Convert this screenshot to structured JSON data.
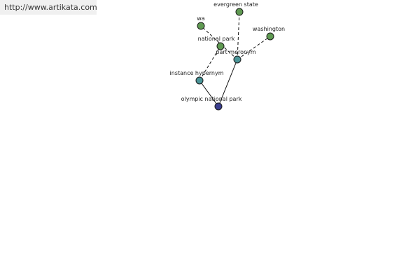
{
  "banner": {
    "url": "http://www.artikata.com"
  },
  "colors": {
    "leaf_node": "#5f9a52",
    "relation_node": "#4b9598",
    "root_node": "#3b3f8f",
    "edge": "#111111"
  },
  "graph": {
    "nodes": [
      {
        "id": "olympic-national-park",
        "label": "olympic national park",
        "kind": "root"
      },
      {
        "id": "instance-hypernym",
        "label": "instance hypernym",
        "kind": "relation"
      },
      {
        "id": "part-meronym",
        "label": "part meronym",
        "kind": "relation"
      },
      {
        "id": "national-park",
        "label": "national park",
        "kind": "leaf"
      },
      {
        "id": "wa",
        "label": "wa",
        "kind": "leaf"
      },
      {
        "id": "evergreen-state",
        "label": "evergreen state",
        "kind": "leaf"
      },
      {
        "id": "washington",
        "label": "washington",
        "kind": "leaf"
      }
    ],
    "edges": [
      {
        "from": "olympic-national-park",
        "to": "instance-hypernym",
        "style": "solid"
      },
      {
        "from": "olympic-national-park",
        "to": "part-meronym",
        "style": "solid"
      },
      {
        "from": "instance-hypernym",
        "to": "national-park",
        "style": "dashed"
      },
      {
        "from": "part-meronym",
        "to": "wa",
        "style": "dashed"
      },
      {
        "from": "part-meronym",
        "to": "evergreen-state",
        "style": "dashed"
      },
      {
        "from": "part-meronym",
        "to": "washington",
        "style": "dashed"
      }
    ]
  }
}
